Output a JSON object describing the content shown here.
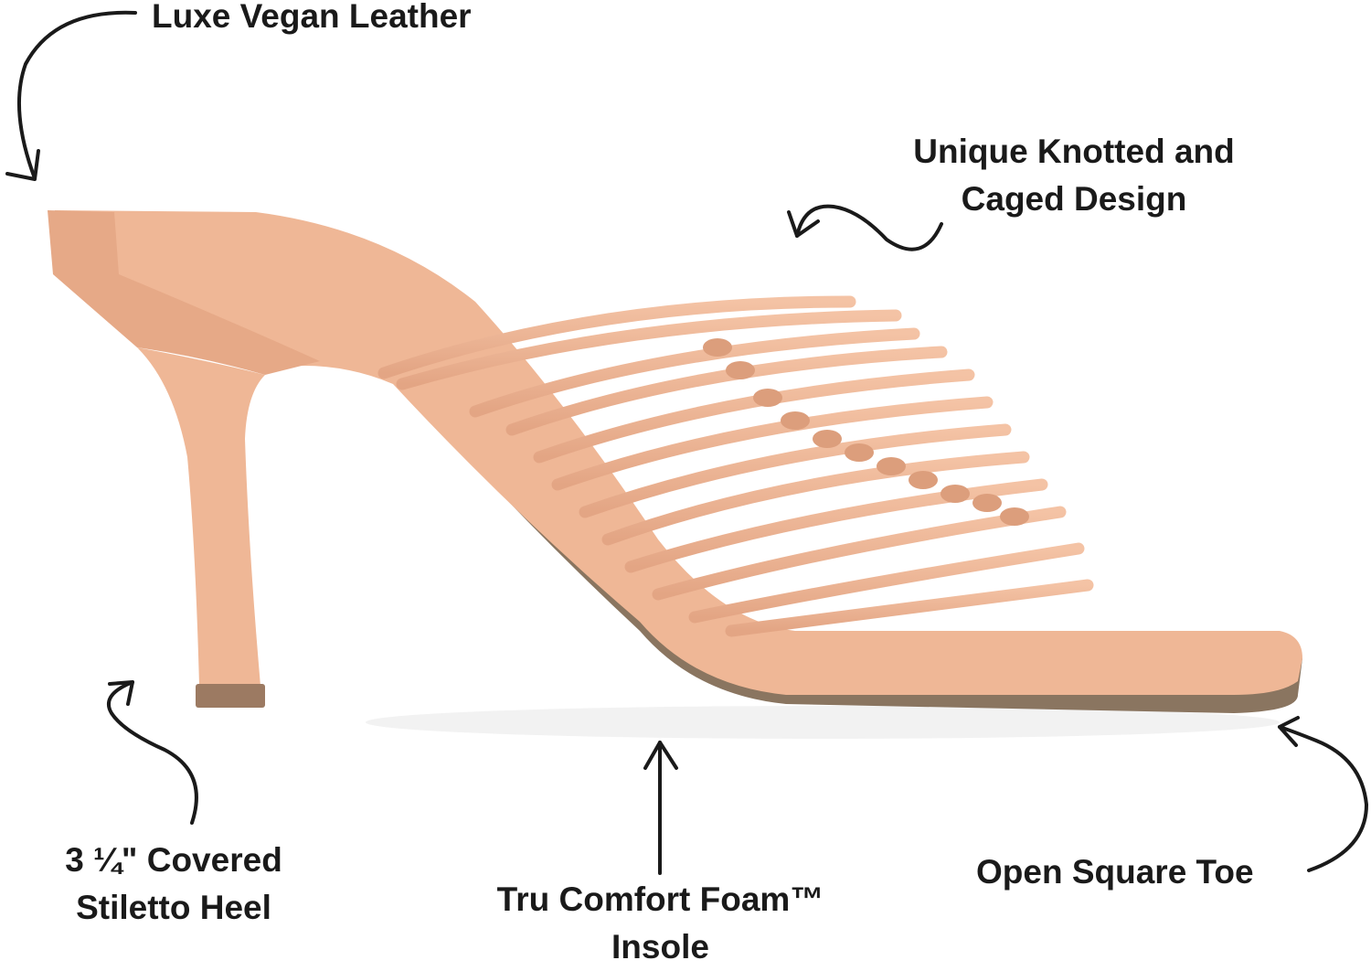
{
  "callouts": {
    "vegan_leather": {
      "line1": "Luxe Vegan Leather"
    },
    "knotted_design": {
      "line1": "Unique Knotted and",
      "line2": "Caged Design"
    },
    "heel": {
      "line1": "3 ¼\" Covered",
      "line2": "Stiletto Heel"
    },
    "insole": {
      "line1": "Tru Comfort Foam™",
      "line2": "Insole"
    },
    "toe": {
      "line1": "Open Square Toe"
    }
  },
  "colors": {
    "leather": "#efb796",
    "leather_shadow": "#d99a77",
    "sole": "#8a7560",
    "heel_tip": "#9c7a62",
    "ink": "#1a1a1a"
  },
  "icons": {
    "arrows": "hand-drawn-arrow-icon",
    "product": "sandal-illustration"
  }
}
